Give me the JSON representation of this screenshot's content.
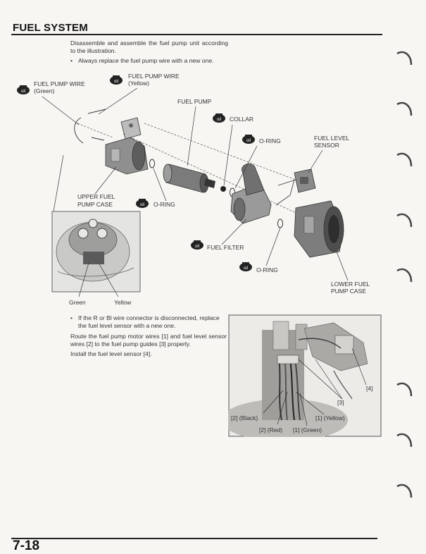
{
  "header": {
    "section_title": "FUEL SYSTEM"
  },
  "body": {
    "intro": "Disassemble and assemble the fuel pump unit according to the illustration.",
    "bullet_replace_wire": "Always replace the fuel pump wire with a new one.",
    "bullet_connector": "If the R or Bl wire connector is disconnected, replace the fuel level sensor with a new one.",
    "route_instruction": "Route the fuel pump motor wires [1] and fuel level sensor wires [2] to the fuel pump guides [3] properly.",
    "install_instruction": "Install the fuel level sensor [4].",
    "bullet_symbol": "•"
  },
  "diagram_labels": {
    "fuel_pump_wire_yellow": [
      "FUEL PUMP WIRE",
      "(Yellow)"
    ],
    "fuel_pump_wire_green": [
      "FUEL PUMP WIRE",
      "(Green)"
    ],
    "fuel_pump": "FUEL PUMP",
    "collar": "COLLAR",
    "o_ring_upper": "O-RING",
    "fuel_level_sensor": [
      "FUEL LEVEL",
      "SENSOR"
    ],
    "upper_case": [
      "UPPER FUEL",
      "PUMP CASE"
    ],
    "o_ring_middle": "O-RING",
    "fuel_filter": "FUEL FILTER",
    "o_ring_lower": "O-RING",
    "lower_case": [
      "LOWER FUEL",
      "PUMP CASE"
    ],
    "inset_green": "Green",
    "inset_yellow": "Yellow"
  },
  "photo_labels": {
    "l4": "[4]",
    "l3": "[3]",
    "black": "[2] (Black)",
    "yellow": "[1] (Yellow)",
    "red": "[2] (Red)",
    "green": "[1] (Green)"
  },
  "footer": {
    "page_number": "7-18"
  }
}
